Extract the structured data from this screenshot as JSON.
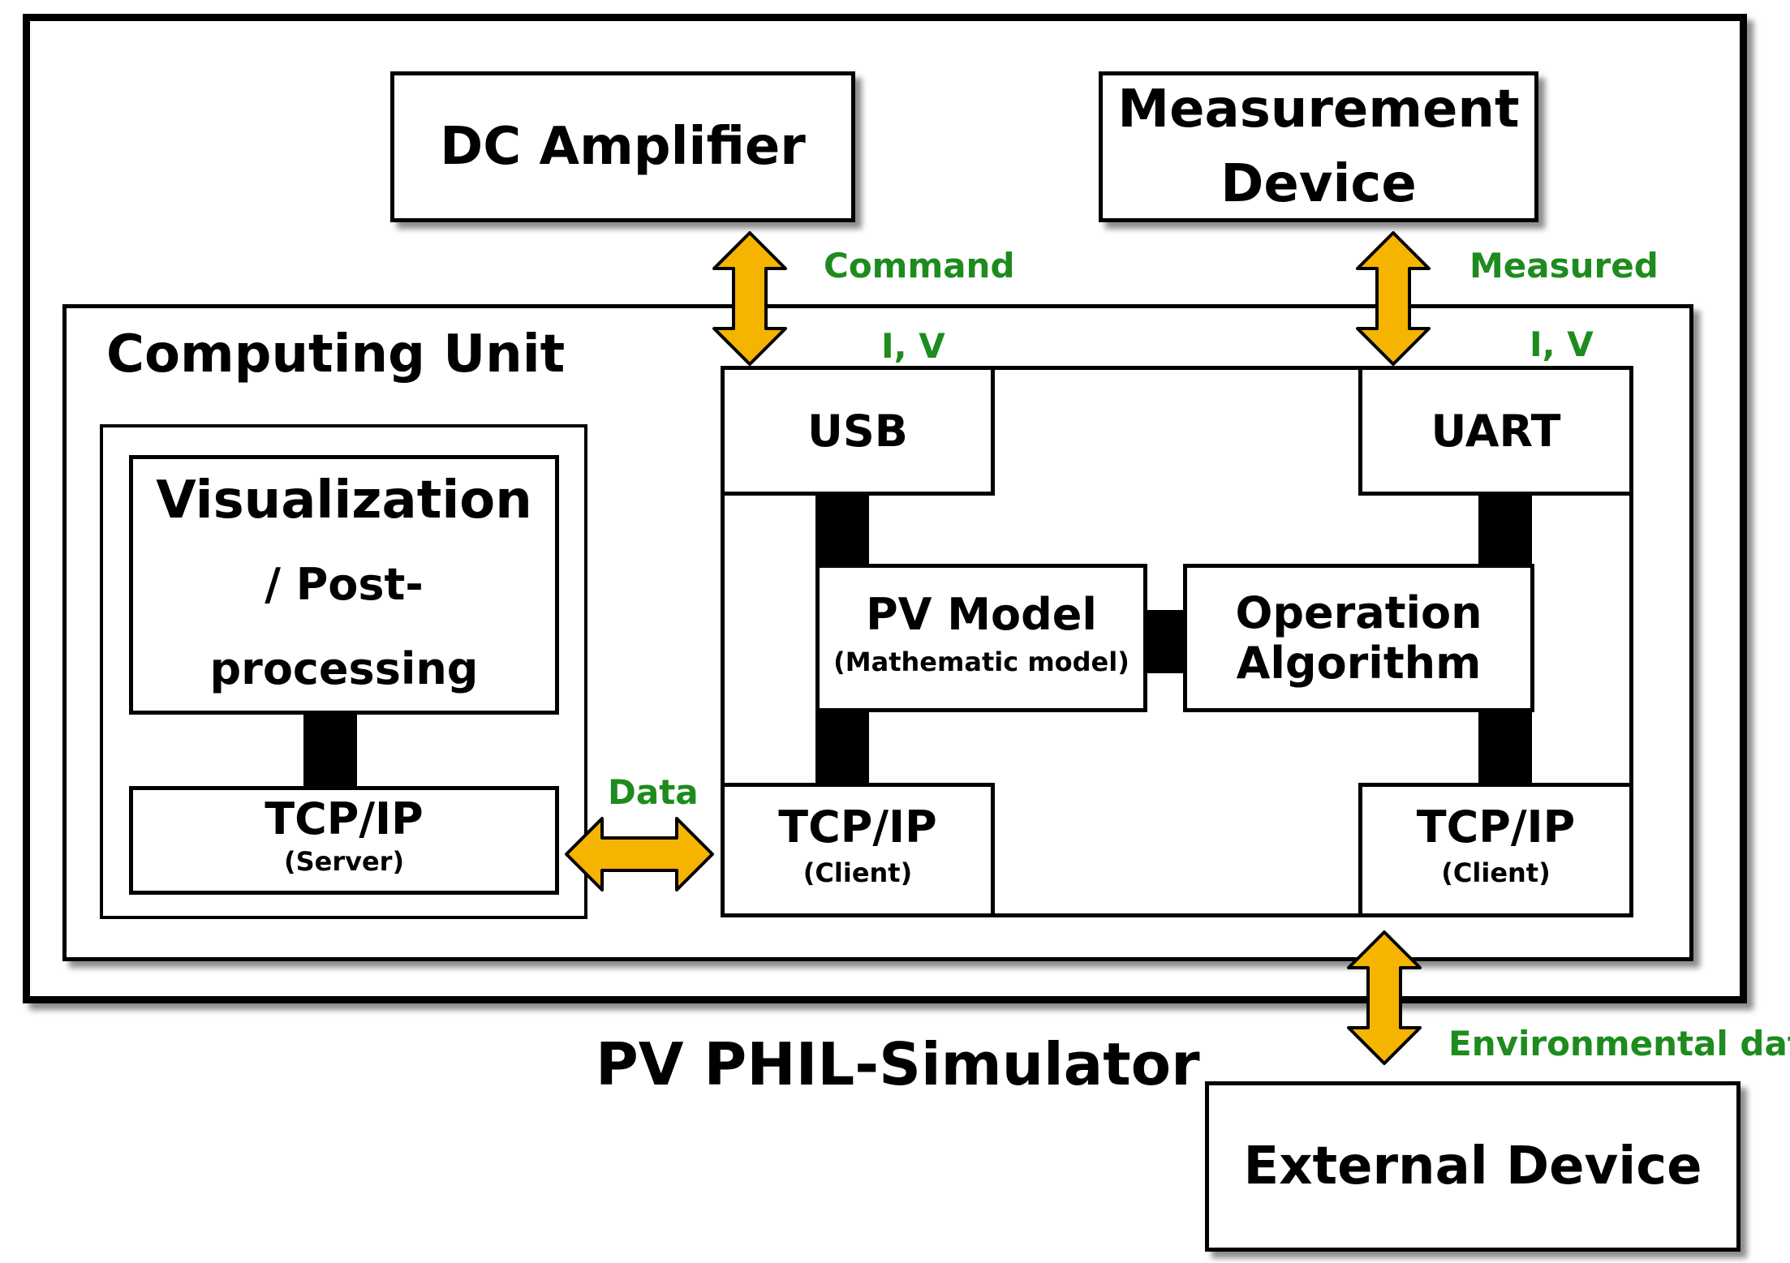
{
  "title": "PV PHIL-Simulator",
  "computing_unit_label": "Computing Unit",
  "blocks": {
    "dc_amplifier": "DC Amplifier",
    "measurement_device": [
      "Measurement",
      "Device"
    ],
    "visualization": [
      "Visualization",
      "/ Post-processing"
    ],
    "tcp_server": {
      "main": "TCP/IP",
      "sub": "(Server)"
    },
    "usb": "USB",
    "uart": "UART",
    "pv_model": {
      "main": "PV Model",
      "sub": "(Mathematic model)"
    },
    "operation_algorithm": [
      "Operation",
      "Algorithm"
    ],
    "tcp_client_left": {
      "main": "TCP/IP",
      "sub": "(Client)"
    },
    "tcp_client_right": {
      "main": "TCP/IP",
      "sub": "(Client)"
    },
    "external_device": "External Device"
  },
  "signals": {
    "command": "Command",
    "measured": "Measured",
    "iv_left": "I, V",
    "iv_right": "I, V",
    "data": "Data",
    "environmental": "Environmental data"
  },
  "colors": {
    "arrow_fill": "#f5b400",
    "arrow_stroke": "#000000",
    "label_green": "#1e8b1e"
  }
}
